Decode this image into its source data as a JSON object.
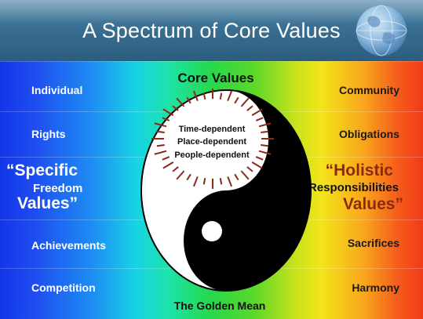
{
  "title": "A Spectrum of Core Values",
  "core_values_title": "Core Values",
  "center_lines": [
    "Time-dependent",
    "Place-dependent",
    "People-dependent"
  ],
  "left_items": [
    "Individual",
    "Rights",
    "Achievements",
    "Competition"
  ],
  "right_items": [
    "Community",
    "Obligations",
    "Sacrifices",
    "Harmony"
  ],
  "left_group": {
    "quote_open": "“Specific",
    "middle": "Freedom",
    "quote_close": "Values”"
  },
  "right_group": {
    "quote_open": "“Holistic",
    "middle": "Responsibilities",
    "quote_close": "Values”"
  },
  "bottom_label": "The Golden Mean",
  "icons": [
    "globe-icon",
    "yin-yang-icon"
  ],
  "colors": {
    "spectrum_left": "#1236e8",
    "spectrum_center": "#26d84a",
    "spectrum_right": "#f23a18",
    "header": "#3a6f92",
    "holistic_text": "#8c2a0e",
    "ray_color": "#8a2a1a"
  }
}
